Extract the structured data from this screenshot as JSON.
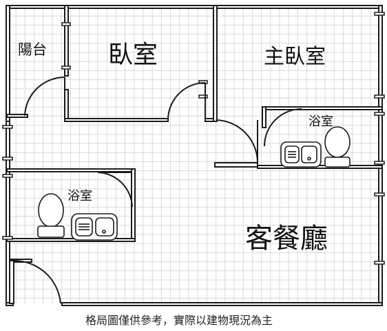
{
  "rooms": {
    "balcony": "陽台",
    "bedroom": "臥室",
    "master_bedroom": "主臥室",
    "bathroom_right": "浴室",
    "bathroom_left": "浴室",
    "living_dining": "客餐廳"
  },
  "caption": "格局圖僅供參考，實際以建物現況為主",
  "colors": {
    "wall": "#1a1a1a",
    "grid": "#d9d9d9",
    "background": "#ffffff"
  }
}
